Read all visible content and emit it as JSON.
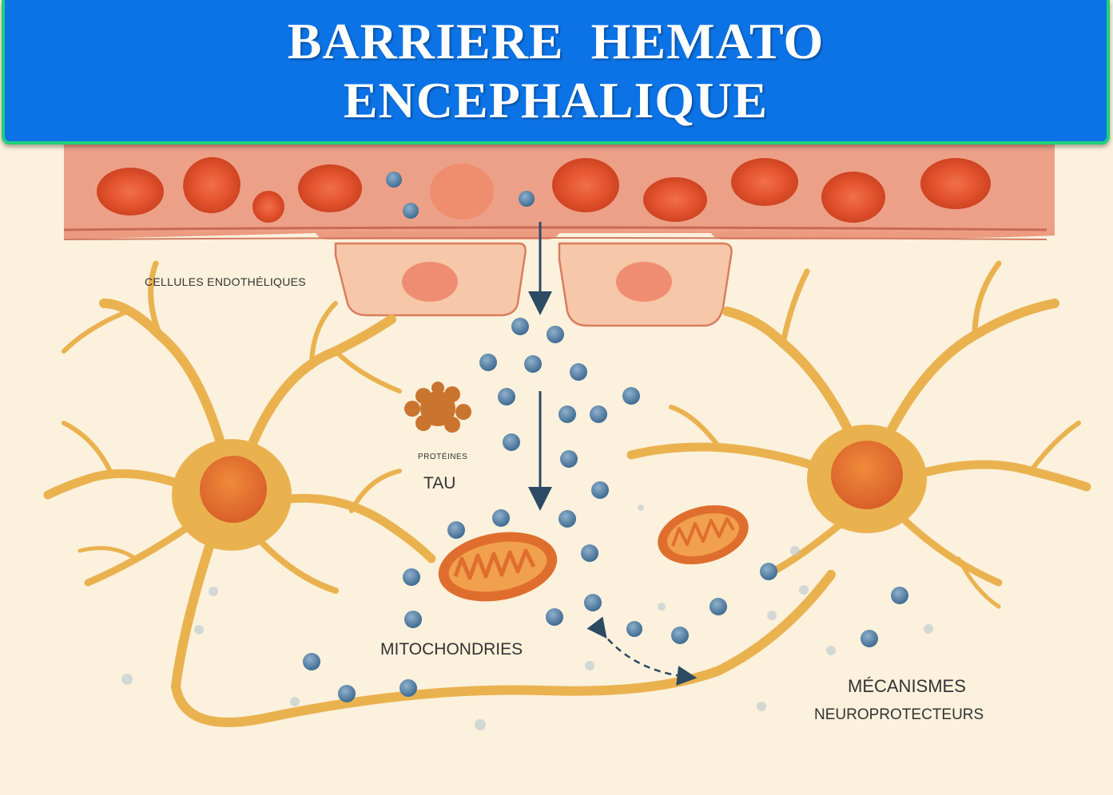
{
  "title": {
    "line1": "BARRIERE  HEMATO",
    "line2": "ENCEPHALIQUE"
  },
  "labels": {
    "endothelial_cells": "CELLULES ENDOTHÉLIQUES",
    "proteins": "PROTÉINES",
    "tau": "TAU",
    "mitochondria": "MITOCHONDRIES",
    "mechanisms": "MÉCANISMES",
    "neuroprotective": "NEUROPROTECTEURS"
  },
  "colors": {
    "banner": "#0c73e6",
    "banner_border": "#21d07a",
    "background": "#fbf1dc",
    "vessel": "#e8876c",
    "red_blood_cell": "#e0522e",
    "neuron": "#eab24f",
    "molecule": "#4f7fa6",
    "arrow": "#2c4a63"
  }
}
